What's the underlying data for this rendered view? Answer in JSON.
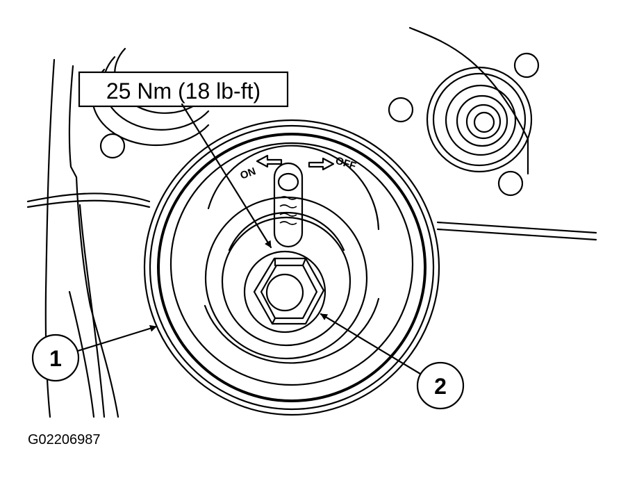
{
  "torque_callout": "25 Nm (18 lb-ft)",
  "switch_on_label": "ON",
  "switch_off_label": "OFF",
  "callout_1": "1",
  "callout_2": "2",
  "figure_id": "G02206987"
}
